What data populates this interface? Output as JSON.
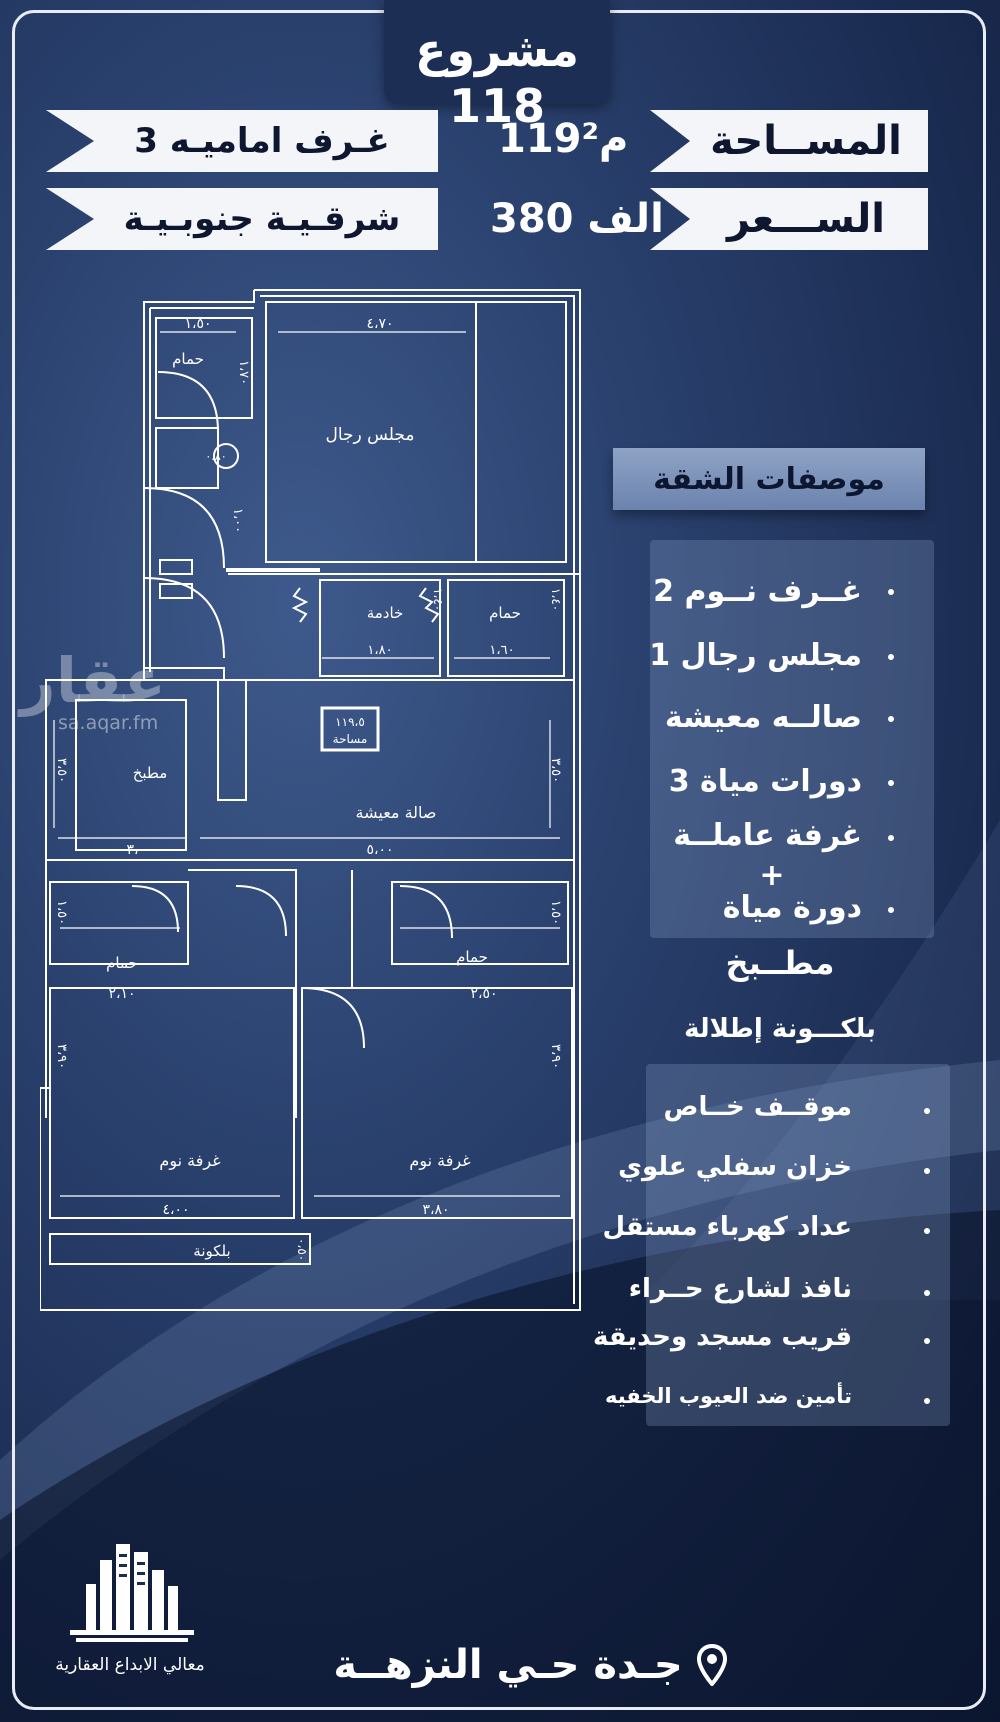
{
  "header": {
    "project": "مشروع 118",
    "area_label": "المســاحة",
    "area_value": "119م²",
    "price_label": "الســـعر",
    "price_value": "380 الف",
    "rooms_front": "3 غـرف اماميـه",
    "orientation": "شرقـيـة جنوبـيـة"
  },
  "plan": {
    "rooms": {
      "majlis": "مجلس رجال",
      "bath_top": "حمام",
      "maid": "خادمة",
      "bath_mid": "حمام",
      "kitchen": "مطبخ",
      "living": "صالة معيشة",
      "area_box_value": "١١٩،٥",
      "area_box_label": "مساحة",
      "bath_left": "حمام",
      "bath_right": "حمام",
      "bedroom_left": "غرفة نوم",
      "bedroom_right": "غرفة نوم",
      "balcony": "بلكونة"
    },
    "dimensions": {
      "d_150": "١،٥٠",
      "d_470": "٤،٧٠",
      "d_170": "١،٧٠",
      "d_100": "١،٠٠",
      "d_180": "١،٨٠",
      "d_160": "١،٦٠",
      "d_140a": "١،٤٠",
      "d_140b": "١،٤٠",
      "d_350a": "٣،٥٠",
      "d_350b": "٣،٥٠",
      "d_300": "٣،٠٠",
      "d_500": "٥،٠٠",
      "d_150b": "١،٥٠",
      "d_150c": "١،٥٠",
      "d_210": "٢،١٠",
      "d_250": "٢،٥٠",
      "d_390a": "٣،٩٠",
      "d_390b": "٣،٩٠",
      "d_400": "٤،٠٠",
      "d_380": "٣،٨٠",
      "d_050": "٠،٥٠",
      "d_080": "٠،٨٠"
    }
  },
  "specs": {
    "heading": "موصفات الشقة",
    "group1": [
      "2 غــرف نــوم",
      "1 مجلس رجال",
      "صالــه معيشة",
      "3 دورات مياة",
      "غرفة عاملــة"
    ],
    "plus": "+",
    "group1_last": "دورة مياة",
    "kitchen": "مطــبخ",
    "balcony": "بلكـــونة إطلالة",
    "group2": [
      "موقــف خــاص",
      "خزان سفلي علوي",
      "عداد كهرباء مستقل",
      "نافذ لشارع حــراء",
      "قريب مسجد وحديقة",
      "تأمين ضد العيوب الخفيه"
    ]
  },
  "watermark": {
    "brand": "عقار",
    "site": "sa.aqar.fm"
  },
  "footer": {
    "company": "معالي الابداع العقارية",
    "location": "جـدة حـي النزهــة"
  },
  "colors": {
    "bg_dark": "#1b2c52",
    "ribbon": "#f3f5f8",
    "accent_light": "#8fa3c6",
    "text": "#ffffff"
  }
}
